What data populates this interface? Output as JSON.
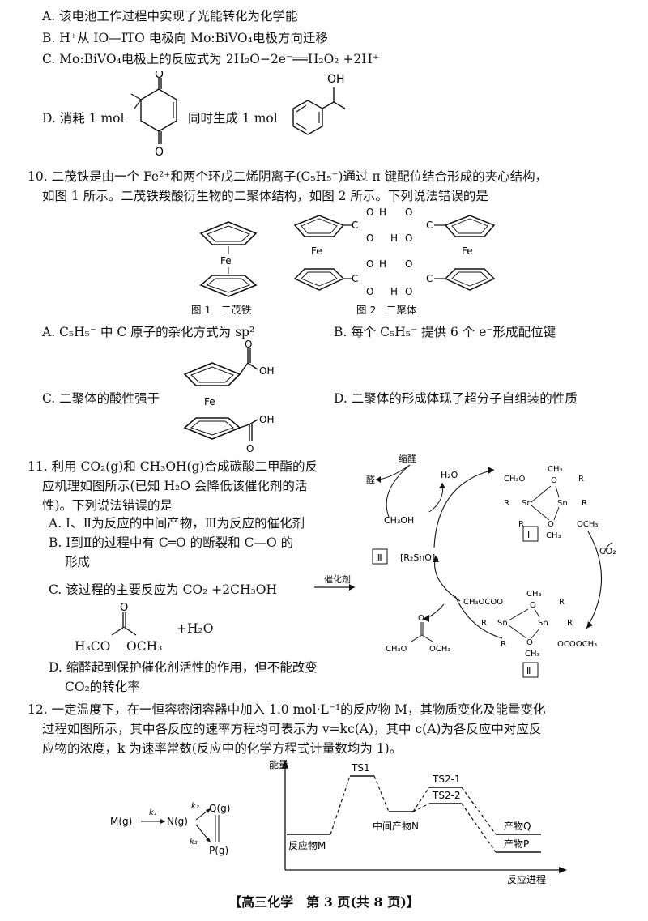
{
  "q9": {
    "a": "A. 该电池工作过程中实现了光能转化为化学能",
    "b": "B. H⁺从 IO—ITO 电极向 Mo:BiVO₄电极方向迁移",
    "c": "C. Mo:BiVO₄电极上的反应式为 2H₂O−2e⁻══H₂O₂ +2H⁺",
    "d_pre": "D. 消耗 1 mol",
    "d_mid": "同时生成 1 mol",
    "oh": "OH",
    "o": "O"
  },
  "q10": {
    "stem1": "10. 二茂铁是由一个 Fe²⁺和两个环戊二烯阴离子(C₅H₅⁻)通过 π 键配位结合形成的夹心结构，",
    "stem2": "如图 1 所示。二茂铁羧酸衍生物的二聚体结构，如图 2 所示。下列说法错误的是",
    "fig1": "图 1　二茂铁",
    "fig2": "图 2　二聚体",
    "fe": "Fe",
    "oh": "OH",
    "o": "O",
    "h": "H",
    "c": "C",
    "a": "A. C₅H₅⁻ 中 C 原子的杂化方式为 sp²",
    "b": "B. 每个 C₅H₅⁻ 提供 6 个 e⁻形成配位键",
    "c_opt": "C. 二聚体的酸性强于",
    "d": "D. 二聚体的形成体现了超分子自组装的性质"
  },
  "q11": {
    "l1": "11. 利用 CO₂(g)和 CH₃OH(g)合成碳酸二甲酯的反",
    "l2": "应机理如图所示(已知 H₂O 会降低该催化剂的活",
    "l3": "性)。下列说法错误的是",
    "a": "A. Ⅰ、Ⅱ为反应的中间产物，Ⅲ为反应的催化剂",
    "b1": "B. Ⅰ到Ⅱ的过程中有 C═O 的断裂和 C—O 的",
    "b2": "形成",
    "c": "C. 该过程的主要反应为 CO₂ +2CH₃OH",
    "catalyst": "催化剂",
    "h3co": "H₃CO",
    "och3": "OCH₃",
    "plus_h2o": "+H₂O",
    "d1": "D. 缩醛起到保护催化剂活性的作用，但不能改变",
    "d2": "CO₂的转化率",
    "diagram": {
      "acetal": "缩醛",
      "aldehyde": "醛",
      "h2o": "H₂O",
      "ch3oh": "CH₃OH",
      "co2": "CO₂",
      "cat": "[R₂SnO]ₙ",
      "r1": "Ⅰ",
      "r2": "Ⅱ",
      "r3": "Ⅲ",
      "ch3o": "CH₃O",
      "ch3": "CH₃",
      "och3": "OCH₃",
      "ch3ocoo": "CH₃OCOO",
      "ococh3": "OCOOCH₃",
      "r": "R",
      "sn": "Sn",
      "o": "O"
    }
  },
  "q12": {
    "l1": "12. 一定温度下，在一恒容密闭容器中加入 1.0 mol·L⁻¹的反应物 M，其物质变化及能量变化",
    "l2": "过程如图所示，其中各反应的速率方程均可表示为 v=kc(A)，其中 c(A)为各反应中对应反",
    "l3": "应物的浓度，k 为速率常数(反应中的化学方程式计量数均为 1)。",
    "scheme": {
      "m": "M(g)",
      "n": "N(g)",
      "q": "Q(g)",
      "p": "P(g)",
      "k1": "k₁",
      "k2": "k₂",
      "k3": "k₃"
    },
    "energy": {
      "ylabel": "能量",
      "xlabel": "反应进程",
      "ts1": "TS1",
      "ts21": "TS2-1",
      "ts22": "TS2-2",
      "reactant": "反应物M",
      "intermediate": "中间产物N",
      "prodq": "产物Q",
      "prodp": "产物P"
    }
  },
  "footer": "【高三化学　第 3 页(共 8 页)】"
}
